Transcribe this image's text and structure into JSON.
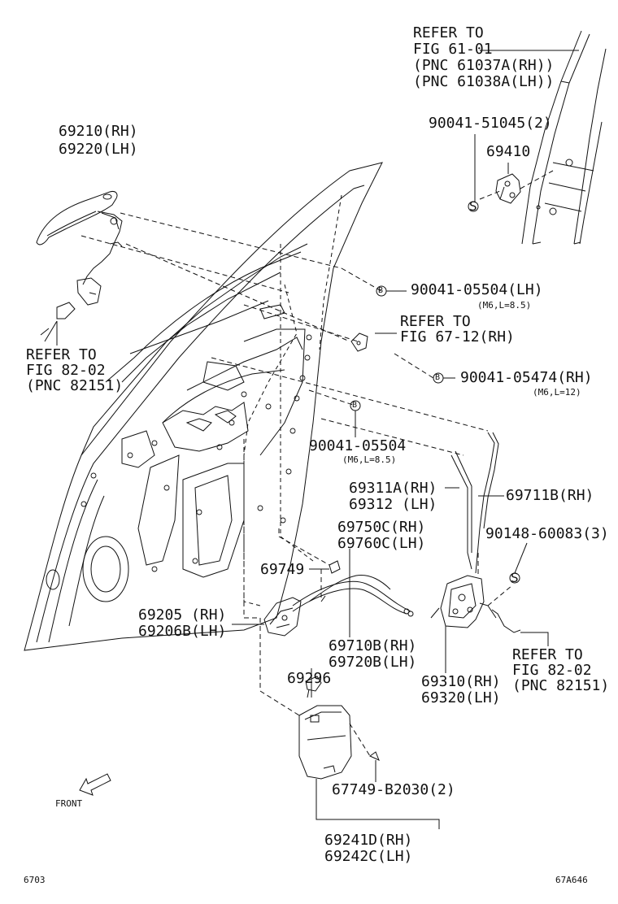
{
  "labels": {
    "refer_6101": [
      "REFER TO",
      "FIG 61-01",
      "(PNC 61037A(RH))",
      "(PNC 61038A(LH))"
    ],
    "p90041_51045": "90041-51045(2)",
    "p69410": "69410",
    "p69210": "69210(RH)",
    "p69220": "69220(LH)",
    "p90041_05504_lh": "90041-05504(LH)",
    "spec_m6_85_a": "(M6,L=8.5)",
    "refer_6712": [
      "REFER TO",
      "FIG 67-12(RH)"
    ],
    "p90041_05474": "90041-05474(RH)",
    "spec_m6_12": "(M6,L=12)",
    "refer_8202_left": [
      "REFER TO",
      "FIG 82-02",
      "(PNC 82151)"
    ],
    "p90041_05504": "90041-05504",
    "spec_m6_85_b": "(M6,L=8.5)",
    "p69311A": "69311A(RH)",
    "p69312": "69312 (LH)",
    "p69711B": "69711B(RH)",
    "p69750C": "69750C(RH)",
    "p69760C": "69760C(LH)",
    "p90148": "90148-60083(3)",
    "p69749": "69749",
    "p69205": "69205 (RH)",
    "p69206B": "69206B(LH)",
    "p69710B": "69710B(RH)",
    "p69720B": "69720B(LH)",
    "p69296": "69296",
    "p69310": "69310(RH)",
    "p69320": "69320(LH)",
    "refer_8202_right": [
      "REFER TO",
      "FIG 82-02",
      "(PNC 82151)"
    ],
    "p67749": "67749-B2030(2)",
    "p69241D": "69241D(RH)",
    "p69242C": "69242C(LH)",
    "front": "FRONT",
    "page_code": "6703",
    "fig_code": "67A646",
    "circle_s": "S",
    "circle_b": "B"
  }
}
